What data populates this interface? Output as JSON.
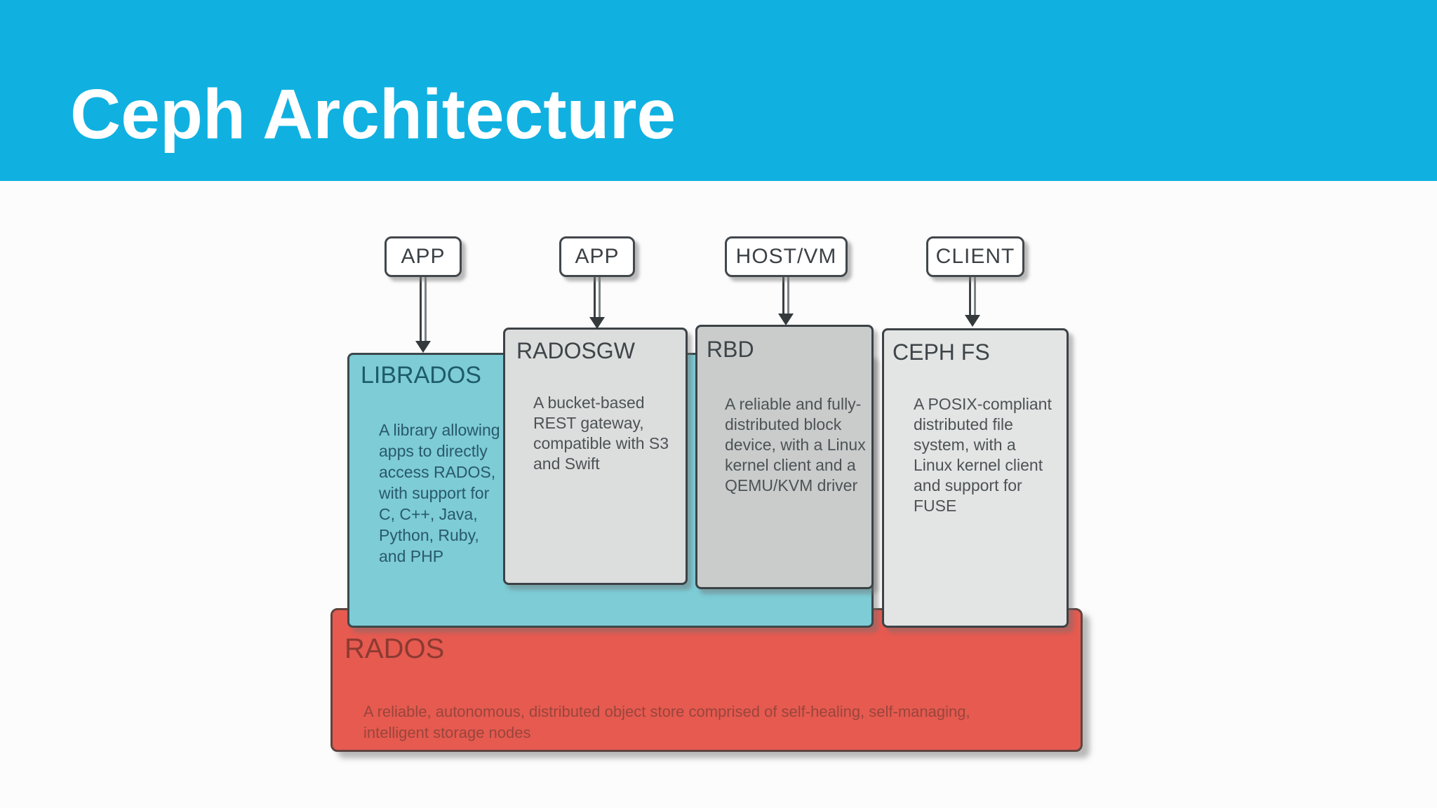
{
  "slide": {
    "title": "Ceph Architecture",
    "colors": {
      "header_bg": "#10b1e1",
      "title_text": "#ffffff",
      "background": "#fcfcfc",
      "librados_fill": "#7dccd6",
      "radosgw_fill": "#dcdedd",
      "rbd_fill": "#c9cccb",
      "cephfs_fill": "#e3e5e4",
      "rados_fill": "#e65a50",
      "box_border": "#3c4245"
    }
  },
  "top_boxes": [
    {
      "label": "APP"
    },
    {
      "label": "APP"
    },
    {
      "label": "HOST/VM"
    },
    {
      "label": "CLIENT"
    }
  ],
  "layers": {
    "librados": {
      "title": "LIBRADOS",
      "body": "A library allowing\napps to directly\naccess RADOS,\nwith support for\nC, C++, Java,\nPython, Ruby,\nand PHP"
    },
    "radosgw": {
      "title": "RADOSGW",
      "body": "A bucket-based\nREST gateway,\ncompatible with S3\nand Swift"
    },
    "rbd": {
      "title": "RBD",
      "body": "A reliable and fully-\ndistributed block\ndevice, with a Linux\nkernel client and a\nQEMU/KVM driver"
    },
    "cephfs": {
      "title": "CEPH FS",
      "body": "A POSIX-compliant\ndistributed file\nsystem, with a\nLinux kernel client\nand support for\nFUSE"
    },
    "rados": {
      "title": "RADOS",
      "body": "A reliable, autonomous, distributed object store comprised of self-healing, self-managing,\nintelligent storage nodes"
    }
  }
}
